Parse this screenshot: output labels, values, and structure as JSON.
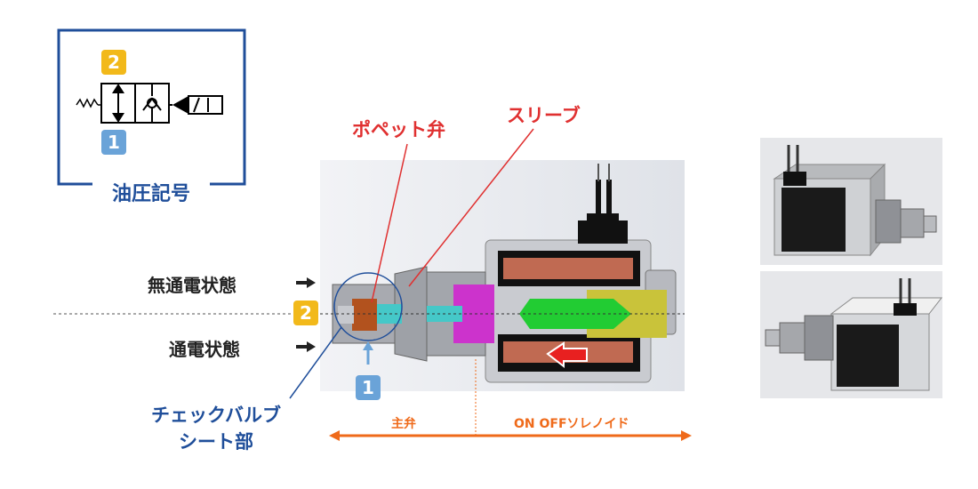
{
  "symbol": {
    "caption": "油圧記号",
    "port_top": "2",
    "port_bottom": "1"
  },
  "callouts": {
    "poppet": "ポペット弁",
    "sleeve": "スリーブ",
    "check_valve_line1": "チェックバルブ",
    "check_valve_line2": "シート部"
  },
  "states": {
    "de_energized": "無通電状態",
    "energized": "通電状態"
  },
  "ports": {
    "port2": "2",
    "port1": "1"
  },
  "sections": {
    "main_valve": "主弁",
    "solenoid": "ON OFFソレノイド"
  },
  "colors": {
    "red": "#e03030",
    "blue": "#1f4e9a",
    "orange": "#ef6a1a",
    "port_yellow": "#f2b91a",
    "port_blue": "#6aa3d8"
  }
}
